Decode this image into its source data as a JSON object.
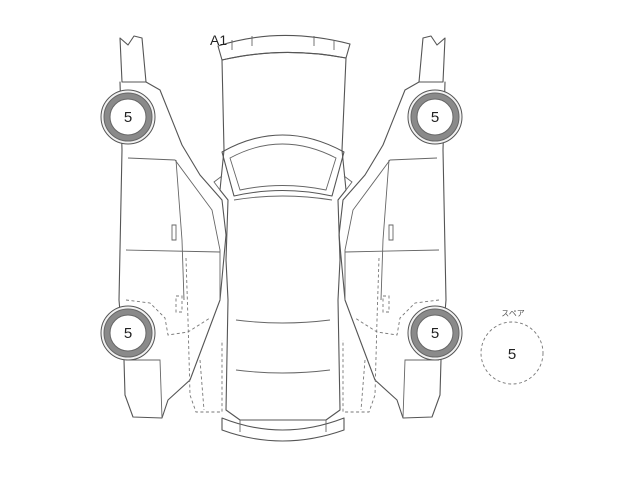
{
  "damage_marks": {
    "roof_front": "A1"
  },
  "tires": {
    "left_front": "5",
    "right_front": "5",
    "left_rear": "5",
    "right_rear": "5"
  },
  "spare": {
    "label": "スペア",
    "value": "5"
  }
}
